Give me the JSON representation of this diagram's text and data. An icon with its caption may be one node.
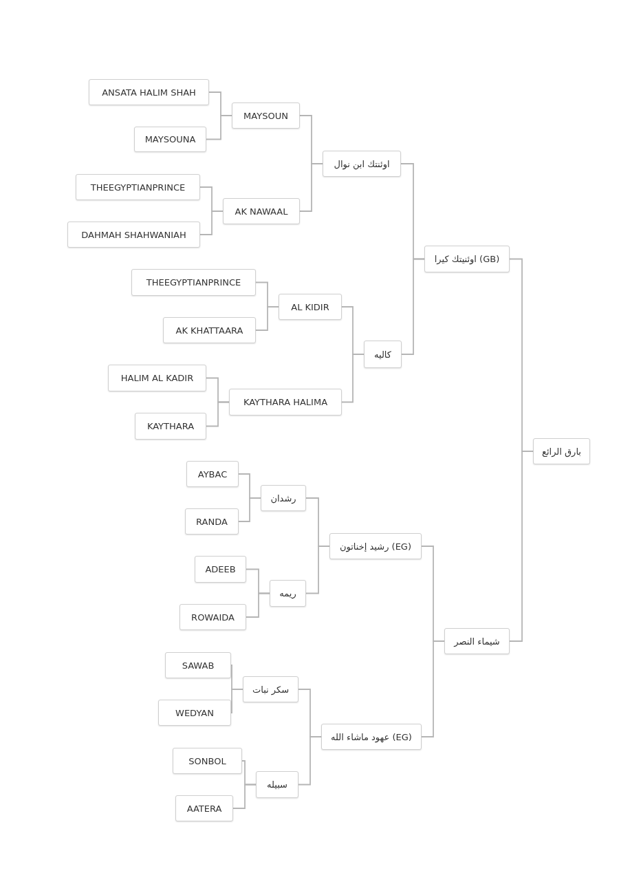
{
  "diagram": {
    "nodes": [
      {
        "text": [
          "ANSATA HALIM SHAH"
        ]
      },
      {
        "text": [
          "MAYSOUN"
        ]
      },
      {
        "text": [
          "MAYSOUNA"
        ]
      },
      {
        "text": [
          "اوئنتك ابن نوال"
        ]
      },
      {
        "text": [
          "THEEGYPTIANPRINCE"
        ]
      },
      {
        "text": [
          "AK NAWAAL"
        ]
      },
      {
        "text": [
          "DAHMAH SHAHWANIAH"
        ]
      },
      {
        "text": [
          "اوئنيتك كيرا (GB)"
        ]
      },
      {
        "text": [
          "THEEGYPTIANPRINCE"
        ]
      },
      {
        "text": [
          "AL KIDIR"
        ]
      },
      {
        "text": [
          "AK KHATTAARA"
        ]
      },
      {
        "text": [
          "كاليه"
        ]
      },
      {
        "text": [
          "HALIM AL KADIR"
        ]
      },
      {
        "text": [
          "KAYTHARA HALIMA"
        ]
      },
      {
        "text": [
          "KAYTHARA"
        ]
      },
      {
        "text": [
          "بارق الرائع"
        ]
      },
      {
        "text": [
          "AYBAC"
        ]
      },
      {
        "text": [
          "رشدان"
        ]
      },
      {
        "text": [
          "RANDA"
        ]
      },
      {
        "text": [
          "رشيد إخناتون (EG)"
        ]
      },
      {
        "text": [
          "ADEEB"
        ]
      },
      {
        "text": [
          "ريمه"
        ]
      },
      {
        "text": [
          "ROWAIDA"
        ]
      },
      {
        "text": [
          "شيماء النصر"
        ]
      },
      {
        "text": [
          "SAWAB"
        ]
      },
      {
        "text": [
          "سكر نبات"
        ]
      },
      {
        "text": [
          "WEDYAN"
        ]
      },
      {
        "text": [
          "عهود ماشاء الله (EG)"
        ]
      },
      {
        "text": [
          "SONBOL"
        ]
      },
      {
        "text": [
          "سبيله"
        ]
      },
      {
        "text": [
          "AATERA"
        ]
      }
    ],
    "edges": [
      {
        "from": 0,
        "to": 1,
        "arrow": "none"
      },
      {
        "from": 2,
        "to": 1,
        "arrow": "none"
      },
      {
        "from": 1,
        "to": 3,
        "arrow": "none"
      },
      {
        "from": 4,
        "to": 5,
        "arrow": "none"
      },
      {
        "from": 6,
        "to": 5,
        "arrow": "none"
      },
      {
        "from": 5,
        "to": 3,
        "arrow": "none"
      },
      {
        "from": 3,
        "to": 7,
        "arrow": "none"
      },
      {
        "from": 8,
        "to": 9,
        "arrow": "none"
      },
      {
        "from": 10,
        "to": 9,
        "arrow": "none"
      },
      {
        "from": 9,
        "to": 11,
        "arrow": "none"
      },
      {
        "from": 12,
        "to": 13,
        "arrow": "none"
      },
      {
        "from": 14,
        "to": 13,
        "arrow": "none"
      },
      {
        "from": 13,
        "to": 11,
        "arrow": "none"
      },
      {
        "from": 11,
        "to": 7,
        "arrow": "none"
      },
      {
        "from": 7,
        "to": 15,
        "arrow": "none"
      },
      {
        "from": 16,
        "to": 17,
        "arrow": "none"
      },
      {
        "from": 18,
        "to": 17,
        "arrow": "none"
      },
      {
        "from": 17,
        "to": 19,
        "arrow": "none"
      },
      {
        "from": 20,
        "to": 21,
        "arrow": "none"
      },
      {
        "from": 22,
        "to": 21,
        "arrow": "none"
      },
      {
        "from": 21,
        "to": 19,
        "arrow": "none"
      },
      {
        "from": 19,
        "to": 23,
        "arrow": "none"
      },
      {
        "from": 24,
        "to": 25,
        "arrow": "none"
      },
      {
        "from": 26,
        "to": 25,
        "arrow": "none"
      },
      {
        "from": 25,
        "to": 27,
        "arrow": "none"
      },
      {
        "from": 28,
        "to": 29,
        "arrow": "none"
      },
      {
        "from": 30,
        "to": 29,
        "arrow": "none"
      },
      {
        "from": 29,
        "to": 27,
        "arrow": "none"
      },
      {
        "from": 27,
        "to": 23,
        "arrow": "none"
      },
      {
        "from": 23,
        "to": 15,
        "arrow": "none"
      }
    ]
  }
}
